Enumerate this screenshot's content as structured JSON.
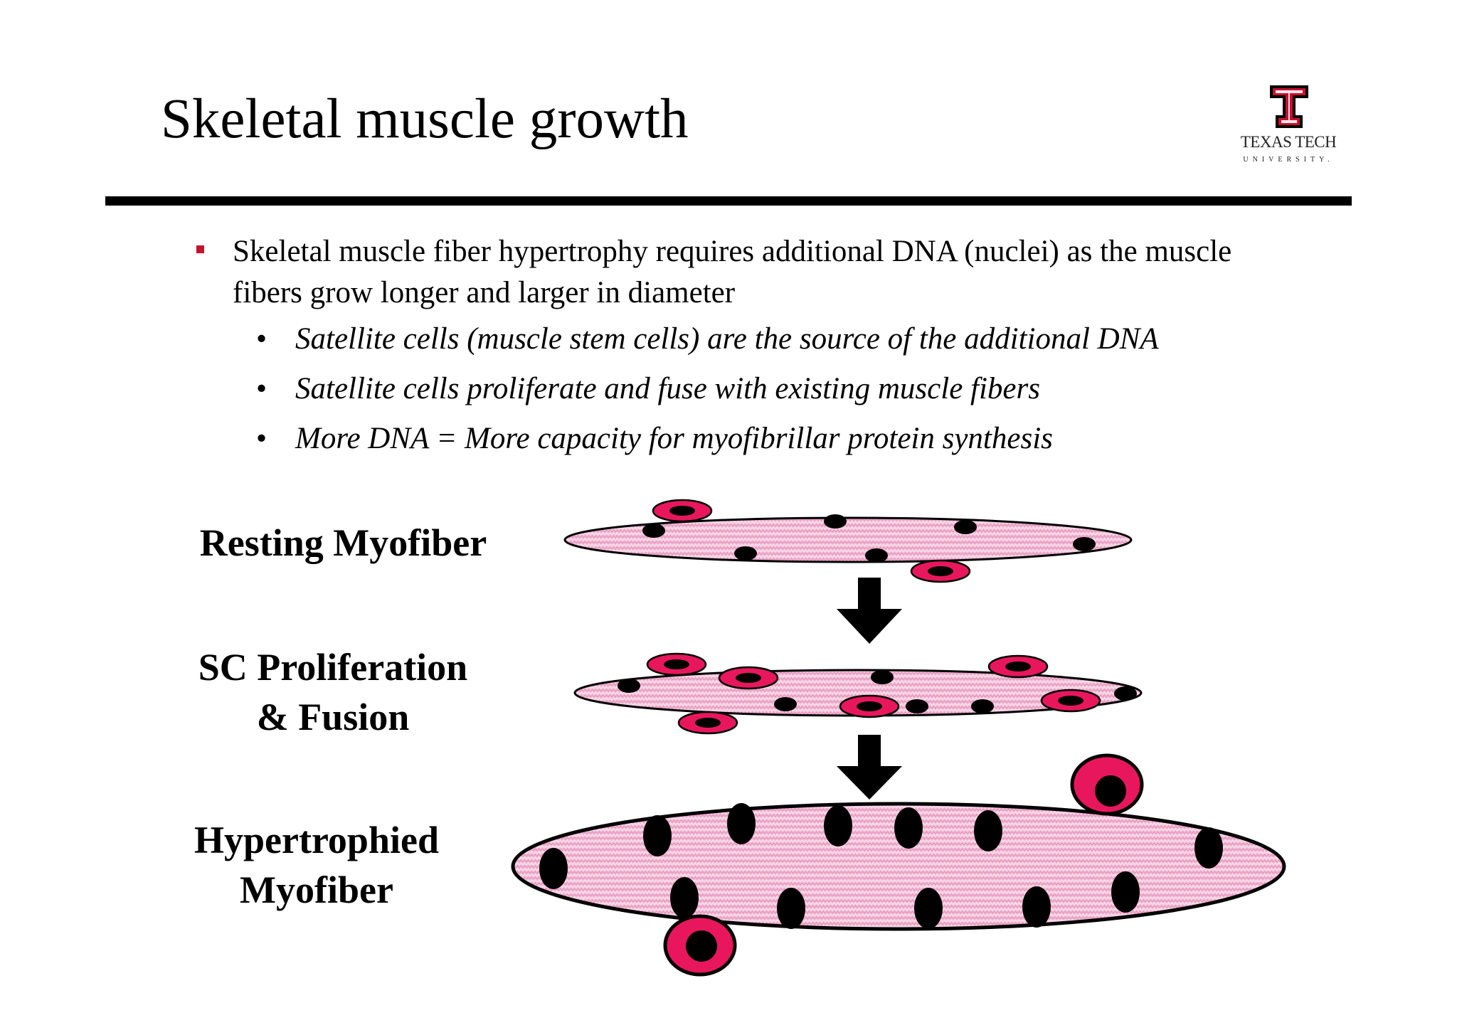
{
  "slide": {
    "title": "Skeletal muscle growth",
    "logo": {
      "name": "TEXAS TECH",
      "sub": "UNIVERSITY."
    },
    "main_bullet": "Skeletal muscle fiber hypertrophy requires additional DNA (nuclei) as the muscle fibers grow longer and larger in diameter",
    "sub_bullets": [
      "Satellite cells (muscle stem cells) are the source of the additional DNA",
      "Satellite cells proliferate and fuse with existing muscle fibers",
      "More DNA = More capacity for myofibrillar protein synthesis"
    ],
    "diagram": {
      "labels": {
        "resting": "Resting Myofiber",
        "sc_line1": "SC Proliferation",
        "sc_line2": "& Fusion",
        "hyper_line1": "Hypertrophied",
        "hyper_line2": "Myofiber"
      },
      "colors": {
        "fiber_fill": "#f2bcd6",
        "satellite_cell": "#e8175d",
        "nucleus": "#000000",
        "arrow": "#000000",
        "logo_red": "#c8102e"
      }
    }
  }
}
